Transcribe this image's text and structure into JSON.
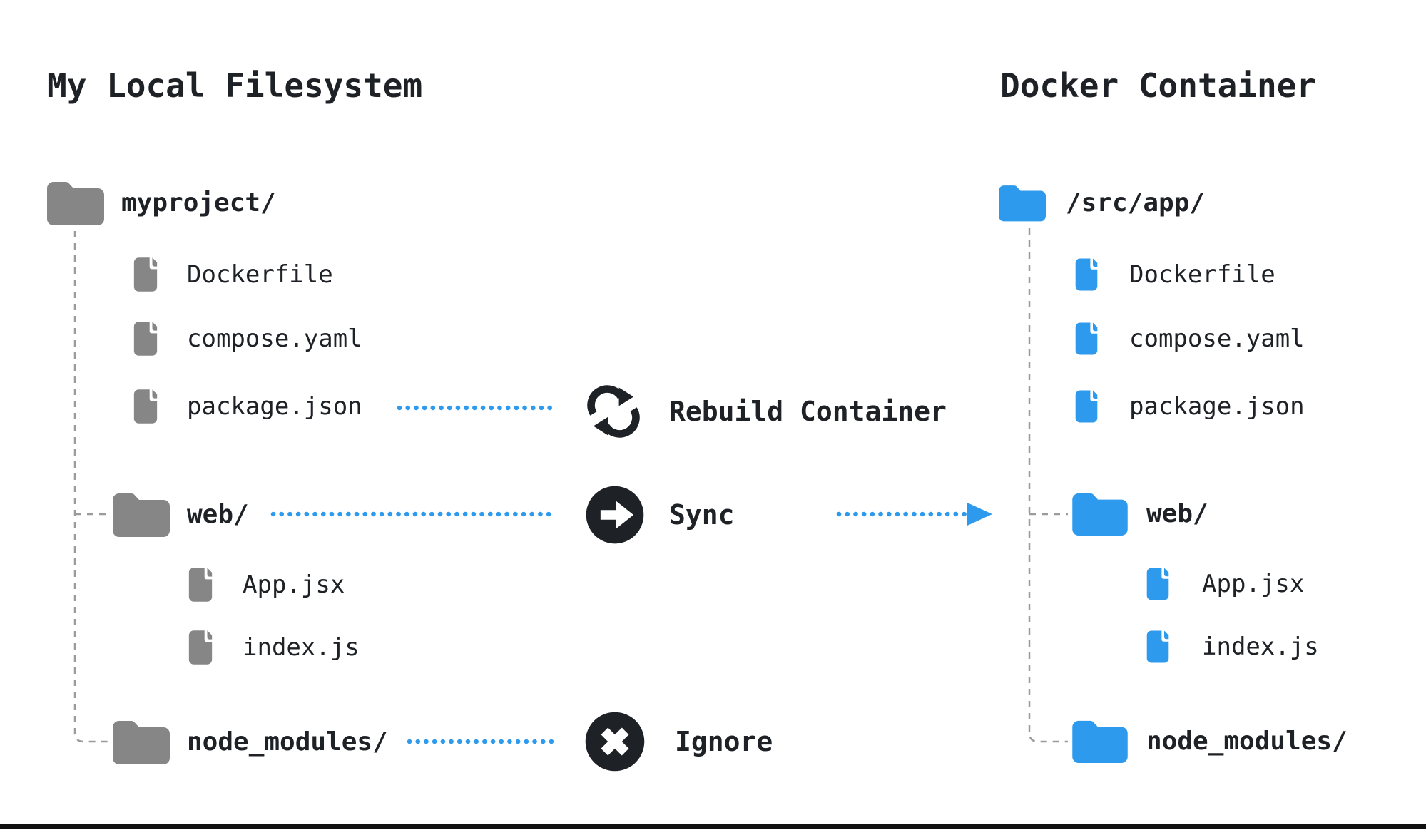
{
  "headings": {
    "local_filesystem": "My Local Filesystem",
    "docker_container": "Docker Container"
  },
  "local_tree": {
    "root_label": "myproject/",
    "files": [
      "Dockerfile",
      "compose.yaml",
      "package.json"
    ],
    "web_folder_label": "web/",
    "web_files": [
      "App.jsx",
      "index.js"
    ],
    "node_modules_label": "node_modules/"
  },
  "container_tree": {
    "root_label": "/src/app/",
    "files": [
      "Dockerfile",
      "compose.yaml",
      "package.json"
    ],
    "web_folder_label": "web/",
    "web_files": [
      "App.jsx",
      "index.js"
    ],
    "node_modules_label": "node_modules/"
  },
  "actions": {
    "rebuild_label": "Rebuild Container",
    "sync_label": "Sync",
    "ignore_label": "Ignore"
  },
  "icons": {
    "local_folder": "gray-folder-icon",
    "local_file": "gray-file-icon",
    "container_folder": "blue-folder-icon",
    "container_file": "blue-file-icon",
    "rebuild": "circular-arrows-refresh-icon",
    "sync": "right-arrow-in-circle-icon",
    "ignore": "x-in-circle-icon",
    "sync_flow": "blue-dotted-arrow-right"
  },
  "colors": {
    "docker_blue": "#2E9AEE",
    "icon_gray": "#868686",
    "text_ink": "#1E2226",
    "tree_dash_gray": "#9B9B9B",
    "background": "#FFFFFF",
    "bottom_rule": "#111111"
  }
}
